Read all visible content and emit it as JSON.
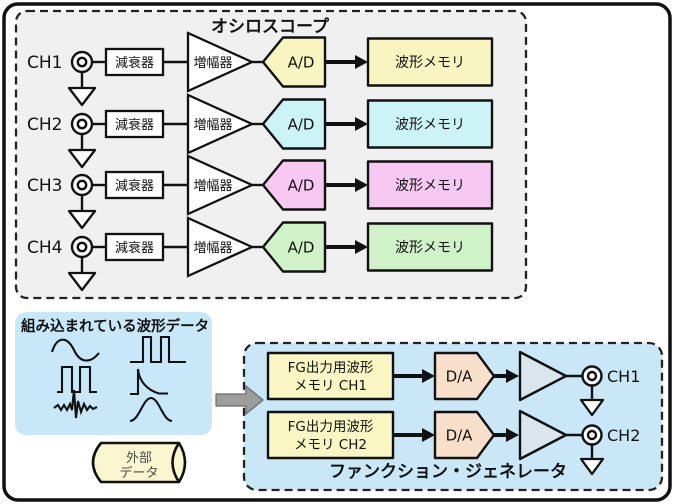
{
  "colors": {
    "page_bg": "#ffffff",
    "outline": "#111111",
    "osc_bg": "#f0f0f0",
    "builtin_bg": "#c8e8fa",
    "fg_bg": "#cae7f8",
    "fg_memory": "#faf6c3",
    "dac": "#f8dfca",
    "fg_amp": "#dae5ee",
    "external_data": "#faf7d0",
    "gray_arrow": "#9d9d9d"
  },
  "oscilloscope": {
    "title": "オシロスコープ",
    "channels": [
      {
        "label": "CH1",
        "attenuator": "減衰器",
        "amplifier": "増幅器",
        "adc": "A/D",
        "memory": "波形メモリ",
        "color": "#f9f5c1"
      },
      {
        "label": "CH2",
        "attenuator": "減衰器",
        "amplifier": "増幅器",
        "adc": "A/D",
        "memory": "波形メモリ",
        "color": "#ccf4f7"
      },
      {
        "label": "CH3",
        "attenuator": "減衰器",
        "amplifier": "増幅器",
        "adc": "A/D",
        "memory": "波形メモリ",
        "color": "#f7c9f2"
      },
      {
        "label": "CH4",
        "attenuator": "減衰器",
        "amplifier": "増幅器",
        "adc": "A/D",
        "memory": "波形メモリ",
        "color": "#cff2c8"
      }
    ]
  },
  "builtin_waveforms": {
    "title": "組み込まれている波形データ",
    "icons": [
      "sine-wave",
      "pulse-wave",
      "square-wave",
      "ramp-wave",
      "wavelet",
      "gaussian-pulse"
    ]
  },
  "external_data": {
    "line1": "外部",
    "line2": "データ"
  },
  "function_generator": {
    "title": "ファンクション・ジェネレータ",
    "channels": [
      {
        "memory_line1": "FG出力用波形",
        "memory_line2": "メモリ CH1",
        "dac": "D/A",
        "output_label": "CH1"
      },
      {
        "memory_line1": "FG出力用波形",
        "memory_line2": "メモリ CH2",
        "dac": "D/A",
        "output_label": "CH2"
      }
    ]
  }
}
